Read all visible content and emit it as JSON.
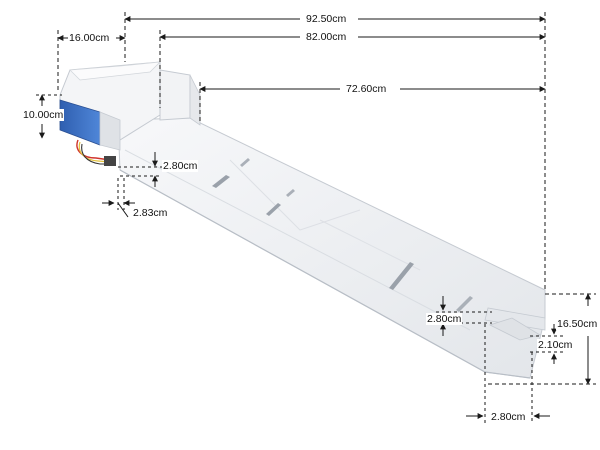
{
  "figure": {
    "colors": {
      "dimension_line": "#1a1a1a",
      "part_body": "#eef0f3",
      "part_edge": "#c5cad1",
      "motor_housing": "#3f72c8",
      "wire_red": "#d0342c",
      "wire_yellow": "#e3c23a"
    },
    "dimensions": {
      "overall_length": "92.50cm",
      "body_length": "82.00cm",
      "tray_length": "72.60cm",
      "motor_depth": "16.00cm",
      "motor_height": "10.00cm",
      "left_step_height": "2.80cm",
      "left_step_width": "2.83cm",
      "right_step_height": "2.80cm",
      "right_end_height": "16.50cm",
      "right_tab_height": "2.10cm",
      "right_tab_width": "2.80cm"
    }
  }
}
